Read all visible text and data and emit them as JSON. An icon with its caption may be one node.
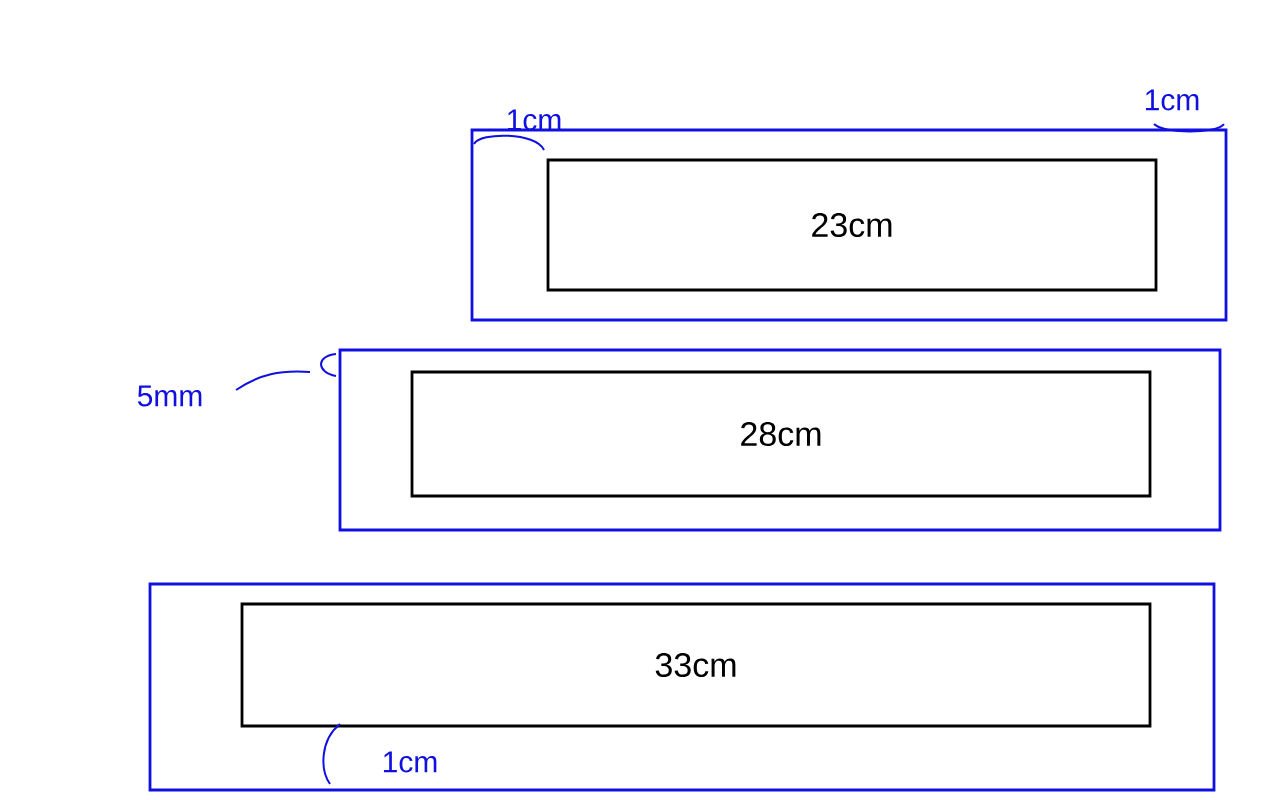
{
  "diagram": {
    "nodes": [
      {
        "text": [],
        "shape": "box"
      },
      {
        "text": [
          "23cm"
        ],
        "in": 0
      },
      {
        "text": [],
        "shape": "box"
      },
      {
        "text": [
          "28cm"
        ],
        "in": 2
      },
      {
        "text": [],
        "shape": "box"
      },
      {
        "text": [
          "33cm"
        ],
        "in": 4
      }
    ],
    "edges": [],
    "labels": [
      "1cm",
      "1cm",
      "5mm",
      "1cm"
    ]
  }
}
